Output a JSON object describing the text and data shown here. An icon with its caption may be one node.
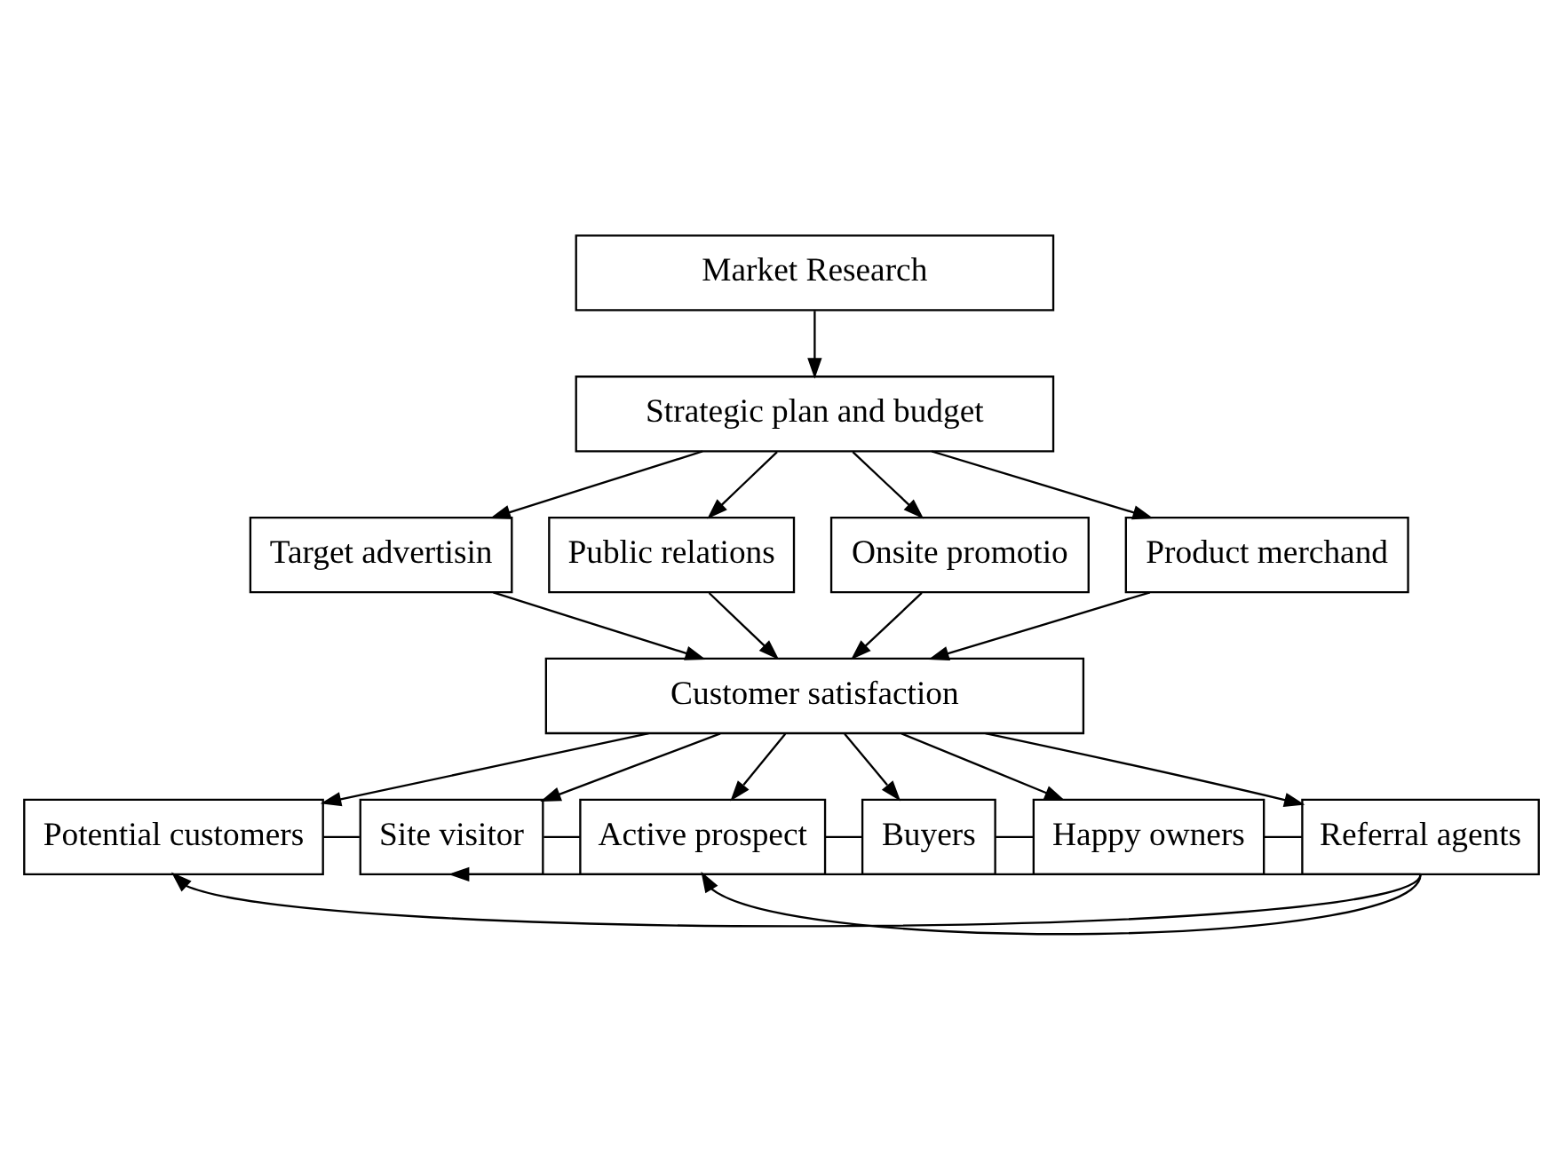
{
  "diagram": {
    "nodes": [
      {
        "text": [
          "Market Research"
        ]
      },
      {
        "text": [
          "Strategic plan and budget"
        ]
      },
      {
        "text": [
          "Target advertisin"
        ]
      },
      {
        "text": [
          "Public relations"
        ]
      },
      {
        "text": [
          "Onsite promotio"
        ]
      },
      {
        "text": [
          "Product merchand"
        ]
      },
      {
        "text": [
          "Customer satisfaction"
        ]
      },
      {
        "text": [
          "Potential customers"
        ]
      },
      {
        "text": [
          "Site visitor"
        ]
      },
      {
        "text": [
          "Active prospect"
        ]
      },
      {
        "text": [
          "Buyers"
        ]
      },
      {
        "text": [
          "Happy owners"
        ]
      },
      {
        "text": [
          "Referral agents"
        ]
      }
    ],
    "edges": [
      {
        "from": 0,
        "to": 1,
        "arrow": "to"
      },
      {
        "from": 1,
        "to": 2,
        "arrow": "to"
      },
      {
        "from": 1,
        "to": 3,
        "arrow": "to"
      },
      {
        "from": 1,
        "to": 4,
        "arrow": "to"
      },
      {
        "from": 1,
        "to": 5,
        "arrow": "to"
      },
      {
        "from": 2,
        "to": 6,
        "arrow": "to"
      },
      {
        "from": 3,
        "to": 6,
        "arrow": "to"
      },
      {
        "from": 4,
        "to": 6,
        "arrow": "to"
      },
      {
        "from": 5,
        "to": 6,
        "arrow": "to"
      },
      {
        "from": 6,
        "to": 7,
        "arrow": "to"
      },
      {
        "from": 6,
        "to": 8,
        "arrow": "to"
      },
      {
        "from": 6,
        "to": 9,
        "arrow": "to"
      },
      {
        "from": 6,
        "to": 10,
        "arrow": "to"
      },
      {
        "from": 6,
        "to": 11,
        "arrow": "to"
      },
      {
        "from": 6,
        "to": 12,
        "arrow": "to"
      },
      {
        "from": 7,
        "to": 8,
        "arrow": "none"
      },
      {
        "from": 8,
        "to": 9,
        "arrow": "none"
      },
      {
        "from": 9,
        "to": 10,
        "arrow": "none"
      },
      {
        "from": 10,
        "to": 11,
        "arrow": "none"
      },
      {
        "from": 11,
        "to": 12,
        "arrow": "none"
      },
      {
        "from": 12,
        "to": 7,
        "arrow": "to"
      },
      {
        "from": 12,
        "to": 8,
        "arrow": "to"
      },
      {
        "from": 12,
        "to": 9,
        "arrow": "to"
      }
    ]
  }
}
